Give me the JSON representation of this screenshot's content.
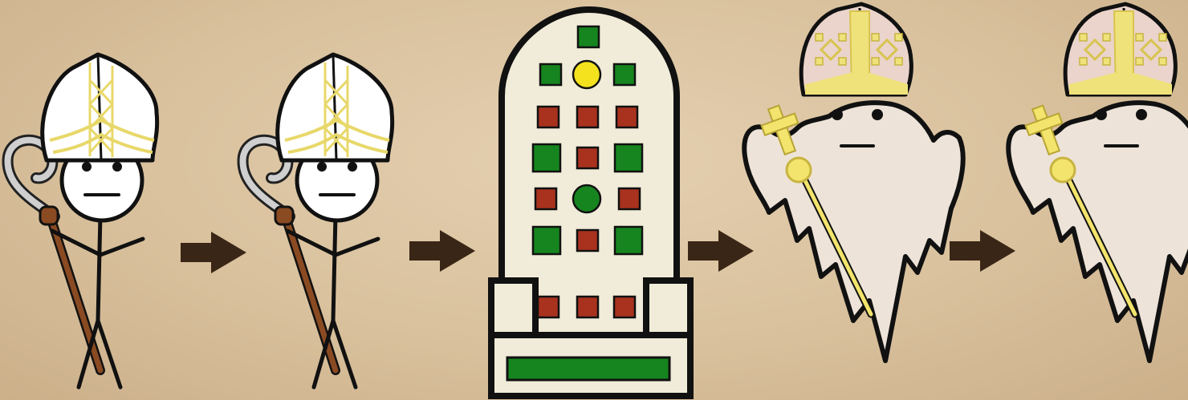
{
  "diagram": {
    "kind": "pictorial-sequence",
    "stages": [
      {
        "id": "bishop-1",
        "icon": "bishop-stick-figure-icon"
      },
      {
        "id": "bishop-2",
        "icon": "bishop-stick-figure-icon"
      },
      {
        "id": "throne",
        "icon": "papal-throne-icon"
      },
      {
        "id": "ghost-1",
        "icon": "ghost-pope-icon"
      },
      {
        "id": "ghost-2",
        "icon": "ghost-pope-icon"
      }
    ],
    "arrows": 4,
    "colors": {
      "background": "#d9c19d",
      "outline": "#111111",
      "arrow": "#3a2616",
      "mitre_white": "#ffffff",
      "mitre_gold": "#e8d86a",
      "ghost_mitre": "#ead4cb",
      "crozier_silver": "#c8c8c8",
      "staff_brown": "#8a4a22",
      "throne_body": "#f1ecd9",
      "throne_green": "#16851f",
      "throne_red": "#a8321e",
      "throne_yellow": "#f4e21e",
      "ghost_body": "#ede3d8",
      "cross_gold": "#f2e46c"
    }
  }
}
